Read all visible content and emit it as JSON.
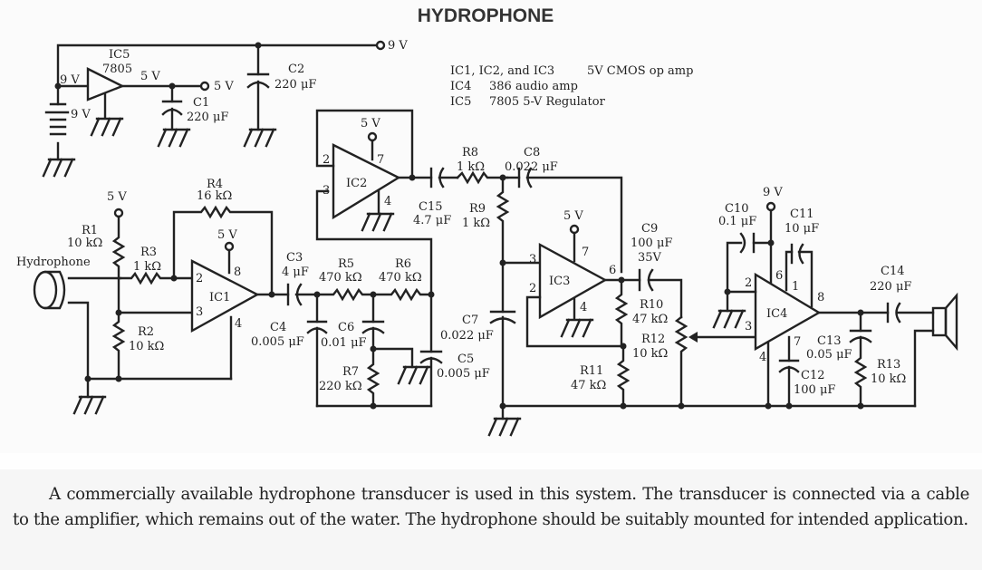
{
  "title": "HYDROPHONE",
  "legend": [
    {
      "parts": "IC1, IC2, and IC3",
      "desc": "5V CMOS op amp"
    },
    {
      "parts": "IC4",
      "desc": "386 audio amp"
    },
    {
      "parts": "IC5",
      "desc": "7805 5-V Regulator"
    }
  ],
  "supply": {
    "nine_v": "9 V",
    "five_v": "5 V",
    "battery": "9 V",
    "reg_in": "9 V",
    "reg_out": "5 V"
  },
  "ics": {
    "ic1": {
      "name": "IC1",
      "pins": [
        "2",
        "3",
        "8",
        "4"
      ]
    },
    "ic2": {
      "name": "IC2",
      "pins": [
        "2",
        "3",
        "7",
        "4"
      ]
    },
    "ic3": {
      "name": "IC3",
      "pins": [
        "3",
        "2",
        "7",
        "4",
        "6"
      ]
    },
    "ic4": {
      "name": "IC4",
      "pins": [
        "2",
        "3",
        "6",
        "1",
        "8",
        "7",
        "4"
      ]
    },
    "ic5": {
      "name": "IC5",
      "part": "7805"
    }
  },
  "components": {
    "r1": {
      "name": "R1",
      "value": "10 kΩ"
    },
    "r2": {
      "name": "R2",
      "value": "10 kΩ"
    },
    "r3": {
      "name": "R3",
      "value": "1 kΩ"
    },
    "r4": {
      "name": "R4",
      "value": "16 kΩ"
    },
    "r5": {
      "name": "R5",
      "value": "470 kΩ"
    },
    "r6": {
      "name": "R6",
      "value": "470 kΩ"
    },
    "r7": {
      "name": "R7",
      "value": "220 kΩ"
    },
    "r8": {
      "name": "R8",
      "value": "1 kΩ"
    },
    "r9": {
      "name": "R9",
      "value": "1 kΩ"
    },
    "r10": {
      "name": "R10",
      "value": "47 kΩ"
    },
    "r11": {
      "name": "R11",
      "value": "47 kΩ"
    },
    "r12": {
      "name": "R12",
      "value": "10 kΩ"
    },
    "r13": {
      "name": "R13",
      "value": "10 kΩ"
    },
    "c1": {
      "name": "C1",
      "value": "220 μF"
    },
    "c2": {
      "name": "C2",
      "value": "220 μF"
    },
    "c3": {
      "name": "C3",
      "value": "4 μF"
    },
    "c4": {
      "name": "C4",
      "value": "0.005 μF"
    },
    "c5": {
      "name": "C5",
      "value": "0.005 μF"
    },
    "c6": {
      "name": "C6",
      "value": "0.01 μF"
    },
    "c7": {
      "name": "C7",
      "value": "0.022 μF"
    },
    "c8": {
      "name": "C8",
      "value": "0.022 μF"
    },
    "c9": {
      "name": "C9",
      "value": "100 μF",
      "rating": "35V"
    },
    "c10": {
      "name": "C10",
      "value": "0.1 μF"
    },
    "c11": {
      "name": "C11",
      "value": "10 μF"
    },
    "c12": {
      "name": "C12",
      "value": "100 μF"
    },
    "c13": {
      "name": "C13",
      "value": "0.05 μF"
    },
    "c14": {
      "name": "C14",
      "value": "220 μF"
    },
    "c15": {
      "name": "C15",
      "value": "4.7 μF"
    }
  },
  "hydrophone_label": "Hydrophone",
  "caption": "A commercially available hydrophone transducer is used in this system. The transducer is connected via a cable to the amplifier, which remains out of the water. The hydrophone should be suitably mounted for intended application."
}
